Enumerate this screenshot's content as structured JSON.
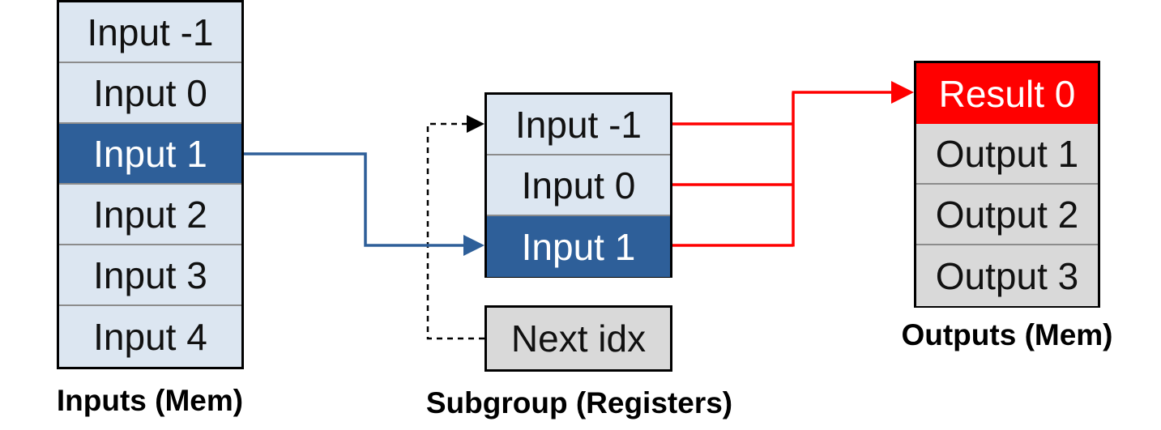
{
  "inputs": {
    "caption": "Inputs (Mem)",
    "cells": [
      "Input -1",
      "Input 0",
      "Input 1",
      "Input 2",
      "Input 3",
      "Input 4"
    ]
  },
  "subgroup": {
    "caption": "Subgroup (Registers)",
    "cells": [
      "Input -1",
      "Input 0",
      "Input 1"
    ],
    "next_idx": "Next idx"
  },
  "outputs": {
    "caption": "Outputs (Mem)",
    "cells": [
      "Result 0",
      "Output 1",
      "Output 2",
      "Output 3"
    ]
  },
  "colors": {
    "input_fill": "#dce6f1",
    "highlight_fill": "#2e5f99",
    "result_fill": "#ff0000",
    "grey_fill": "#d9d9d9",
    "blue_arrow": "#2e5f99",
    "red_arrow": "#ff0000"
  }
}
